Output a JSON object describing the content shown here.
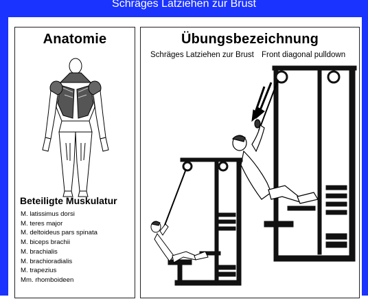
{
  "banner": {
    "title": "Schräges Latziehen zur Brust",
    "color": "#1a33ff"
  },
  "anatomy": {
    "heading": "Anatomie",
    "muscles_heading": "Beteiligte Muskulatur",
    "muscles": [
      "M. latissimus dorsi",
      "M. teres major",
      "M. deltoideus pars spinata",
      "M. biceps brachii",
      "M. brachialis",
      "M. brachioradialis",
      "M. trapezius",
      "Mm. rhomboideen"
    ]
  },
  "exercise": {
    "heading": "Übungsbezeichnung",
    "name_de": "Schräges Latziehen zur Brust",
    "name_en": "Front diagonal pulldown"
  }
}
